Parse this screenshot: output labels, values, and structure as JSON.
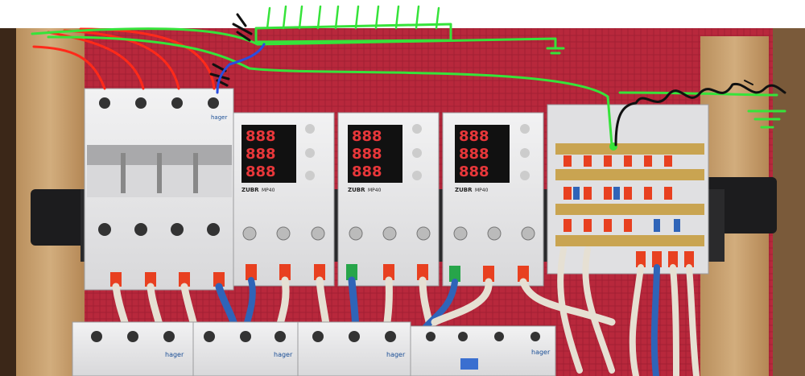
{
  "image": {
    "description_kind": "photo",
    "relay_brand": "ZUBR",
    "relay_model": "MP40",
    "relay_model_alt": "MP40",
    "relay_model_3": "MP40",
    "relay_display": [
      "888",
      "888",
      "888"
    ],
    "breaker_brand": "hager",
    "rcd_brand": "hager"
  },
  "colors": {
    "background_red": "#b8283c",
    "wood": "#c7a06f",
    "module_white": "#e9e9ea",
    "display_red": "#e8373a",
    "annotation_green": "#36e33a",
    "annotation_red": "#ff2a1a",
    "annotation_blue": "#2a4de0",
    "annotation_black": "#111111",
    "cable_white": "#e6e0d3",
    "ferrule_red": "#e84020",
    "ferrule_green": "#27a54a",
    "cable_blue": "#2f64b8"
  }
}
